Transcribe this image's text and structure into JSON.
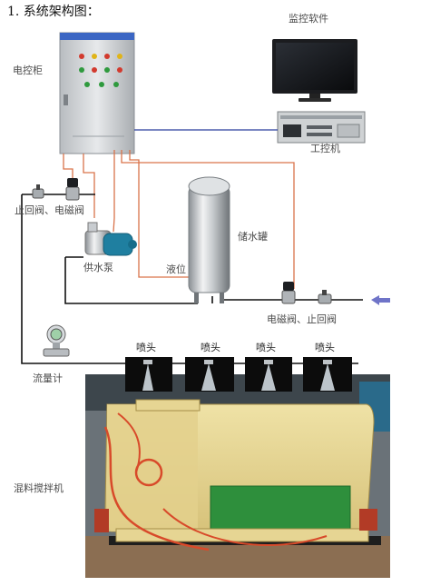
{
  "title": "1. 系统架构图：",
  "labels": {
    "control_cabinet": "电控柜",
    "monitor_software": "监控软件",
    "industrial_pc": "工控机",
    "check_valve_solenoid_left": "止回阀、电磁阀",
    "supply_pump": "供水泵",
    "water_tank": "储水罐",
    "level": "液位",
    "solenoid_check_right": "电磁阀、止回阀",
    "flow_meter": "流量计",
    "mixer": "混料搅拌机"
  },
  "nozzles": [
    "喷头",
    "喷头",
    "喷头",
    "喷头"
  ],
  "colors": {
    "signal_line": "#d9734a",
    "water_pipe": "#111111",
    "data_line": "#2a3f9e",
    "inlet_arrow": "#6f74c8"
  }
}
